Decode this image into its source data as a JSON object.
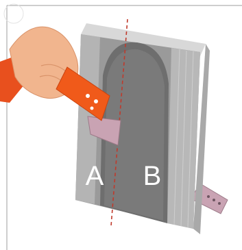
{
  "labels": {
    "left_part": "A",
    "right_part": "B"
  },
  "colors": {
    "background": "#ffffff",
    "frame_line": "#bdbdbd",
    "panel_face": "#8a8a8a",
    "panel_side": "#c4c4c4",
    "panel_top": "#d8d8d8",
    "arch_recess": "#6e6e6e",
    "cut_line": "#c0392b",
    "saw_handle": "#f05a1a",
    "saw_blade": "#c9a3b3",
    "skin": "#f1b58e",
    "sleeve": "#e8501e",
    "label_text": "#ffffff"
  },
  "icons": {
    "hand": "hand-holding-saw",
    "saw": "hand-saw"
  }
}
